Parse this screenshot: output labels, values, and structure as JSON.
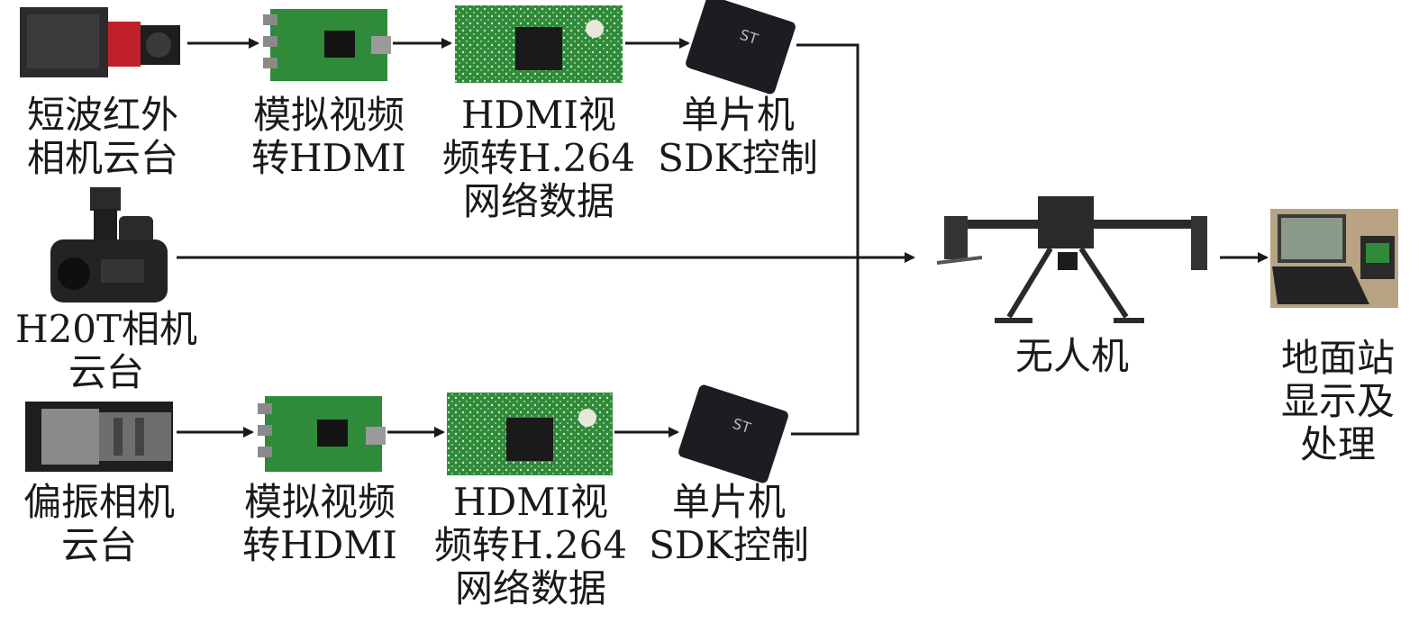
{
  "top": {
    "camera_label": "短波红外\n相机云台",
    "converter_label": "模拟视频\n转HDMI",
    "encoder_label": "HDMI视\n频转H.264\n网络数据",
    "mcu_label": "单片机\nSDK控制"
  },
  "middle": {
    "camera_label": "H20T相机\n云台"
  },
  "bottom": {
    "camera_label": "偏振相机\n云台",
    "converter_label": "模拟视频\n转HDMI",
    "encoder_label": "HDMI视\n频转H.264\n网络数据",
    "mcu_label": "单片机\nSDK控制"
  },
  "drone_label": "无人机",
  "ground_label": "地面站\n显示及\n处理",
  "colors": {
    "pcb_green": "#2f8a3a",
    "chip_black": "#1c1c22",
    "lens_red": "#c0202a",
    "drone_dark": "#2a2a2a"
  }
}
